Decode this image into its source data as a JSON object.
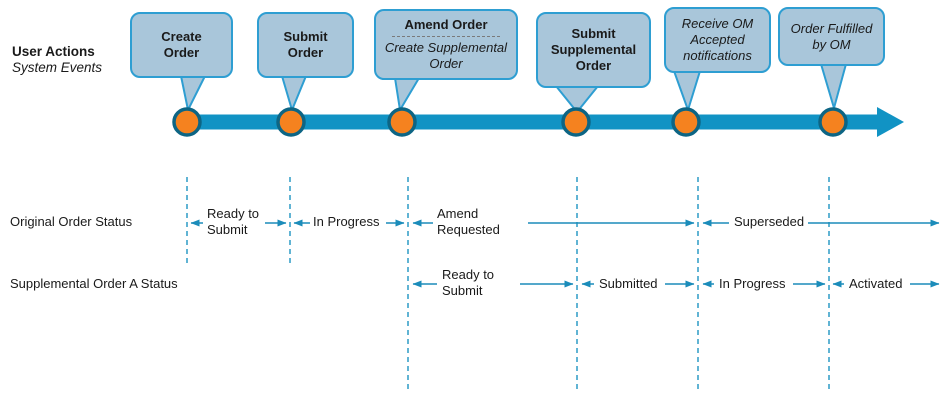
{
  "theme": {
    "accent_teal": "#1b8cba",
    "dash_teal": "#2d9cc6",
    "timeline_blue": "#1193c4",
    "node_orange": "#f5821f",
    "node_border_teal": "#0d6584",
    "bubble_fill": "#a9c6da",
    "bubble_border": "#2e9ed2",
    "text_color": "#1a1a1a"
  },
  "legend": {
    "user_actions": "User Actions",
    "system_events": "System Events"
  },
  "bubbles": [
    {
      "kind": "user-action",
      "lines": [
        "Create",
        "Order"
      ]
    },
    {
      "kind": "user-action",
      "lines": [
        "Submit",
        "Order"
      ]
    },
    {
      "kind": "user-action-and-system-event",
      "title": "Amend Order",
      "subtitle_lines": [
        "Create Supplemental",
        "Order"
      ]
    },
    {
      "kind": "user-action",
      "lines": [
        "Submit",
        "Supplemental",
        "Order"
      ]
    },
    {
      "kind": "system-event",
      "lines": [
        "Receive OM",
        "Accepted",
        "notifications"
      ]
    },
    {
      "kind": "system-event",
      "lines": [
        "Order Fulfilled",
        "by OM"
      ]
    }
  ],
  "status_rows": [
    {
      "label": "Original Order Status",
      "segments": [
        {
          "lines": [
            "Ready to",
            "Submit"
          ]
        },
        {
          "lines": [
            "In Progress"
          ]
        },
        {
          "lines": [
            "Amend",
            "Requested"
          ]
        },
        {
          "lines": [
            "Superseded"
          ]
        }
      ]
    },
    {
      "label": "Supplemental Order A Status",
      "segments": [
        {
          "lines": [
            "Ready to",
            "Submit"
          ]
        },
        {
          "lines": [
            "Submitted"
          ]
        },
        {
          "lines": [
            "In Progress"
          ]
        },
        {
          "lines": [
            "Activated"
          ]
        }
      ]
    }
  ]
}
